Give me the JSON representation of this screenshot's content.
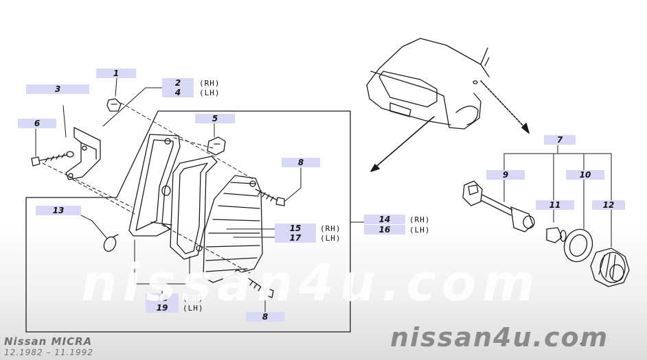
{
  "callouts": {
    "c1": "1",
    "c2": "2",
    "c3": "3",
    "c4": "4",
    "c5": "5",
    "c6": "6",
    "c7": "7",
    "c8a": "8",
    "c8b": "8",
    "c9": "9",
    "c10": "10",
    "c11": "11",
    "c12": "12",
    "c13": "13",
    "c14": "14",
    "c15": "15",
    "c16": "16",
    "c17": "17",
    "c18": "18",
    "c19": "19"
  },
  "side": {
    "rh": "(RH)",
    "lh": "(LH)"
  },
  "watermark": "nissan4u.com",
  "model": {
    "title": "Nissan MICRA",
    "years": "12.1982 – 11.1992"
  }
}
